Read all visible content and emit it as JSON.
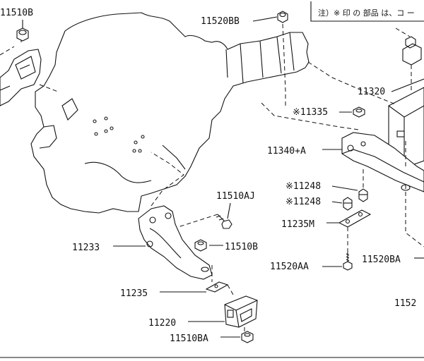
{
  "note": {
    "text": "注）※ 印 の 部品 は、コ ー"
  },
  "labels": {
    "l11510b_top": "11510B",
    "l11520bb": "11520BB",
    "l11320": "11320",
    "l11335": "※11335",
    "l11340a": "11340+A",
    "l11248_1": "※11248",
    "l11248_2": "※11248",
    "l11235m": "11235M",
    "l11510aj": "11510AJ",
    "l11233": "11233",
    "l11510b": "11510B",
    "l11520aa": "11520AA",
    "l11520ba": "11520BA",
    "l11235": "11235",
    "l11220": "11220",
    "l11510ba": "11510BA",
    "l1152": "1152"
  }
}
